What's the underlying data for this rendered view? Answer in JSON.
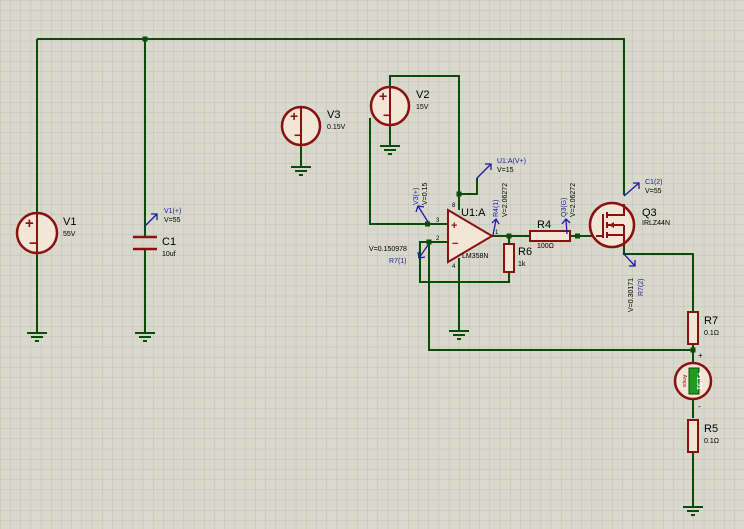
{
  "colors": {
    "background": "#d8d8cc",
    "grid": "#bfbfb3",
    "wire": "#0a4d0a",
    "component": "#8b1010",
    "source_fill": "#f2e6d6",
    "probe": "#1a1aa6",
    "ammeter_display": "#1f9b1f"
  },
  "components": {
    "v1": {
      "name": "V1",
      "value": "55V"
    },
    "c1": {
      "name": "C1",
      "value": "10uf"
    },
    "v2": {
      "name": "V2",
      "value": "15V"
    },
    "v3": {
      "name": "V3",
      "value": "0.15V"
    },
    "u1": {
      "name": "U1:A",
      "part": "LM358N",
      "pin_vplus": "8",
      "pin_in_plus": "3",
      "pin_in_minus": "2",
      "pin_gnd": "4",
      "pin_out": "1"
    },
    "r4": {
      "name": "R4",
      "value": "100Ω"
    },
    "r6": {
      "name": "R6",
      "value": "1k"
    },
    "q3": {
      "name": "Q3",
      "part": "IRLZ44N"
    },
    "r7": {
      "name": "R7",
      "value": "0.1Ω"
    },
    "r5": {
      "name": "R5",
      "value": "0.1Ω"
    },
    "ammeter": {
      "reading": "+1.51",
      "unit": "Amps",
      "plus": "+",
      "minus": "-"
    }
  },
  "probes": {
    "v1_plus": {
      "name": "V1(+)",
      "value": "V=55"
    },
    "v3_plus": {
      "name": "V3(+)",
      "value": "V=0.15"
    },
    "u1_vplus": {
      "name": "U1:A(V+)",
      "value": "V=15"
    },
    "r4_1": {
      "name": "R4(1)",
      "value": "V=2.06272"
    },
    "q3_g": {
      "name": "Q3(G)",
      "value": "V=2.06272"
    },
    "c1_2": {
      "name": "C1(2)",
      "value": "V=55"
    },
    "r7_1": {
      "name": "R7(1)",
      "value": "V=0.150978"
    },
    "r7_2": {
      "name": "R7(2)",
      "value": "V=0.30171"
    }
  }
}
